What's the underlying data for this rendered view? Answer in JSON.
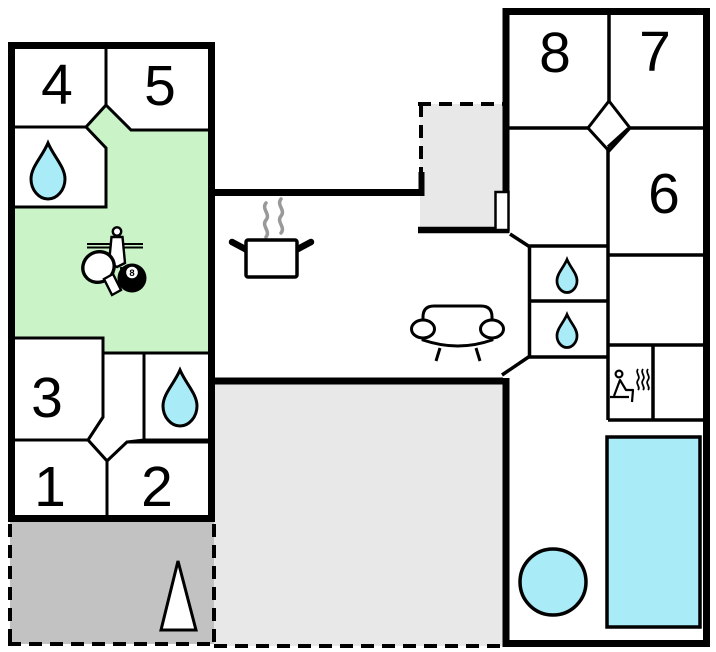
{
  "floorplan": {
    "description": "Holiday house floor plan with numbered rooms, bathrooms, game room, kitchen, living area, sauna, indoor pool and terraces",
    "rooms": [
      {
        "id": "room-1",
        "label": "1"
      },
      {
        "id": "room-2",
        "label": "2"
      },
      {
        "id": "room-3",
        "label": "3"
      },
      {
        "id": "room-4",
        "label": "4"
      },
      {
        "id": "room-5",
        "label": "5"
      },
      {
        "id": "room-6",
        "label": "6"
      },
      {
        "id": "room-7",
        "label": "7"
      },
      {
        "id": "room-8",
        "label": "8"
      }
    ],
    "billiard_ball": {
      "label": "8"
    },
    "icons": {
      "water-drop-icon": "bathroom / shower (4 occurrences)",
      "cooking-pot-icon": "kitchen",
      "steam-icon": "steam over cooking pot",
      "sofa-icon": "living room",
      "sauna-icon": "sauna (seated person with steam)",
      "table-tennis-paddle-icon": "game room table tennis",
      "foosball-player-icon": "game room foosball",
      "billiard-8ball-icon": "game room billiards",
      "tree-icon": "white triangle on terrace",
      "swimming-pool": "cyan rectangle pool",
      "hot-tub": "cyan circle whirlpool"
    },
    "colors": {
      "wall": "#000000",
      "room_fill": "#ffffff",
      "game_room_green": "#cbf3c8",
      "water_cyan": "#a9ebf7",
      "terrace_light": "#e8e8e8",
      "terrace_dark": "#c2c2c2",
      "steam_gray": "#999999"
    }
  }
}
